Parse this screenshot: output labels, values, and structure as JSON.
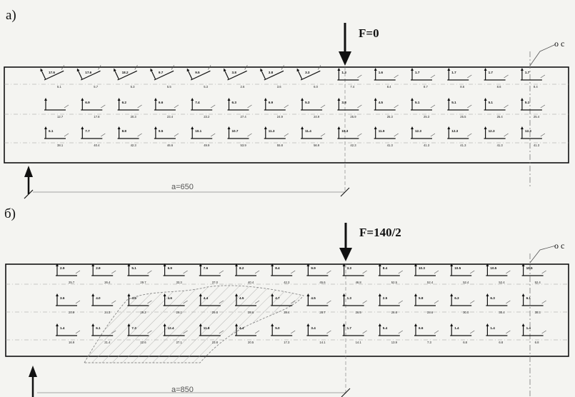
{
  "panels": [
    {
      "label": "а)",
      "force_label": "F=0",
      "axis_label": "о с",
      "dimension": "a=650",
      "rows": [
        {
          "top": [
            "17.6",
            "17.6",
            "18.2",
            "9.7",
            "9.5",
            "3.8",
            "3.8",
            "3.3",
            "1.3",
            "1.6",
            "1.7",
            "1.7",
            "1.7",
            "1.7"
          ],
          "bottom": [
            "5.1",
            "5.7",
            "5.3",
            "5.5",
            "5.3",
            "2.6",
            "3.6",
            "6.0",
            "7.4",
            "8.4",
            "8.7",
            "8.6",
            "8.6",
            "8.4"
          ]
        },
        {
          "top": [
            "",
            "6.9",
            "6.2",
            "6.6",
            "7.4",
            "6.3",
            "6.9",
            "5.3",
            "3.8",
            "4.5",
            "5.1",
            "5.1",
            "5.1",
            "5.1"
          ],
          "bottom": [
            "12.7",
            "17.8",
            "20.3",
            "23.4",
            "23.2",
            "27.4",
            "24.9",
            "24.9",
            "25.9",
            "25.3",
            "25.3",
            "25.5",
            "25.4",
            "25.4"
          ]
        },
        {
          "top": [
            "6.1",
            "7.7",
            "8.8",
            "9.5",
            "10.1",
            "10.7",
            "11.3",
            "11.4",
            "15.3",
            "11.9",
            "12.3",
            "12.3",
            "12.3",
            "12.3"
          ],
          "bottom": [
            "38.1",
            "40.4",
            "42.3",
            "46.6",
            "49.9",
            "53.9",
            "55.8",
            "56.9",
            "42.3",
            "41.3",
            "41.3",
            "41.3",
            "41.3",
            "41.3"
          ]
        }
      ]
    },
    {
      "label": "б)",
      "force_label": "F=140/2",
      "axis_label": "о с",
      "dimension": "a=850",
      "rows": [
        {
          "top": [
            "2.9",
            "2.9",
            "5.1",
            "6.9",
            "7.6",
            "8.2",
            "8.4",
            "9.9",
            "3.3",
            "8.4",
            "10.3",
            "10.5",
            "10.5",
            "10.5"
          ],
          "bottom": [
            "25.7",
            "26.4",
            "29.7",
            "33.3",
            "37.0",
            "40.4",
            "42.3",
            "45.6",
            "46.8",
            "52.5",
            "52.4",
            "52.4",
            "52.4",
            "52.4"
          ]
        },
        {
          "top": [
            "3.6",
            "4.0",
            "4.6",
            "4.6",
            "4.4",
            "4.5",
            "4.7",
            "4.5",
            "1.3",
            "2.5",
            "5.8",
            "6.3",
            "6.3",
            "6.1"
          ],
          "bottom": [
            "20.9",
            "24.3",
            "29.2",
            "29.2",
            "29.8",
            "28.6",
            "28.4",
            "28.7",
            "26.5",
            "28.6",
            "28.6",
            "30.0",
            "30.4",
            "30.3"
          ]
        },
        {
          "top": [
            "1.4",
            "6.1",
            "7.3",
            "12.4",
            "11.8",
            "4.4",
            "5.0",
            "3.4",
            "1.7",
            "5.4",
            "6.6",
            "1.4",
            "1.4",
            "1.4"
          ],
          "bottom": [
            "16.9",
            "21.4",
            "22.6",
            "27.1",
            "23.8",
            "20.5",
            "17.3",
            "14.1",
            "14.1",
            "13.9",
            "7.3",
            "6.8",
            "6.8",
            "6.8"
          ]
        }
      ]
    }
  ]
}
